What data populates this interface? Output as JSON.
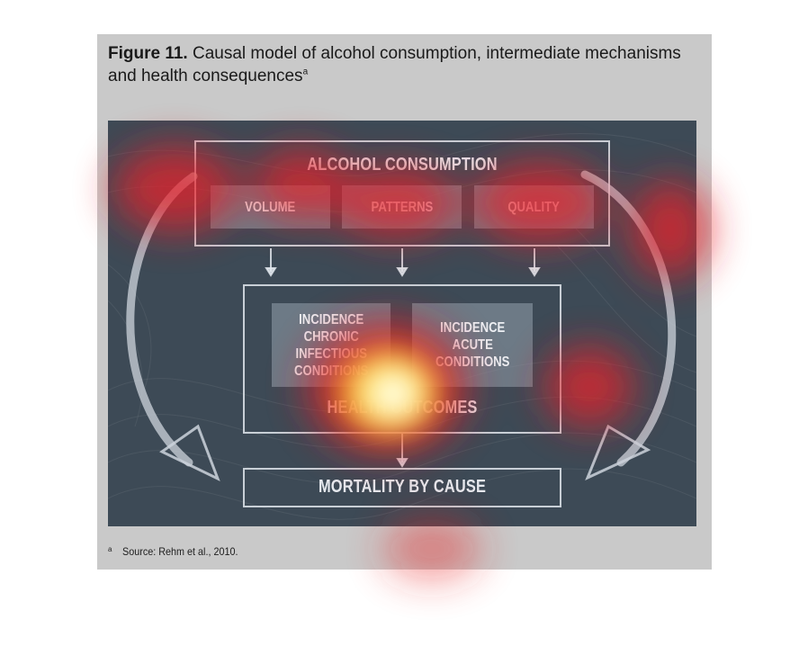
{
  "figure": {
    "number": "Figure 11.",
    "caption": "Causal model of alcohol consumption, intermediate mechanisms and health consequences",
    "caption_sup": "a"
  },
  "diagram": {
    "top_box": {
      "title": "ALCOHOL CONSUMPTION",
      "items": [
        "VOLUME",
        "PATTERNS",
        "QUALITY"
      ]
    },
    "middle_box": {
      "title": "HEALTH OUTCOMES",
      "items": [
        "INCIDENCE\nCHRONIC\nINFECTIOUS\nCONDITIONS",
        "INCIDENCE\nACUTE\nCONDITIONS"
      ]
    },
    "bottom_box": {
      "title": "MORTALITY BY CAUSE"
    }
  },
  "footnote": {
    "mark": "a",
    "text": "Source: Rehm et al., 2010."
  },
  "colors": {
    "panel_bg": "#c9c9c9",
    "diagram_bg": "#3d4a56",
    "heat_red": "#e8232a",
    "heat_yellow": "#fff27a"
  }
}
